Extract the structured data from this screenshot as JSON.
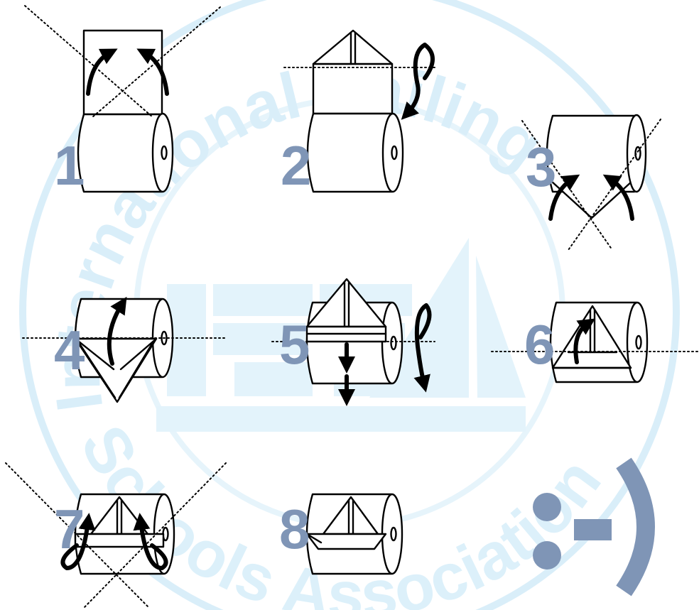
{
  "colors": {
    "background": "#ffffff",
    "outline": "#000000",
    "step_number": "#7f95b6",
    "watermark": "#d9eef9",
    "smiley": "#7f95b6"
  },
  "watermark": {
    "text": "International Sailing Schools Association",
    "logo_text": "ISSA"
  },
  "steps": [
    {
      "number": "1",
      "name": "step-1"
    },
    {
      "number": "2",
      "name": "step-2"
    },
    {
      "number": "3",
      "name": "step-3"
    },
    {
      "number": "4",
      "name": "step-4"
    },
    {
      "number": "5",
      "name": "step-5"
    },
    {
      "number": "6",
      "name": "step-6"
    },
    {
      "number": "7",
      "name": "step-7"
    },
    {
      "number": "8",
      "name": "step-8"
    }
  ],
  "smiley": ":-)"
}
